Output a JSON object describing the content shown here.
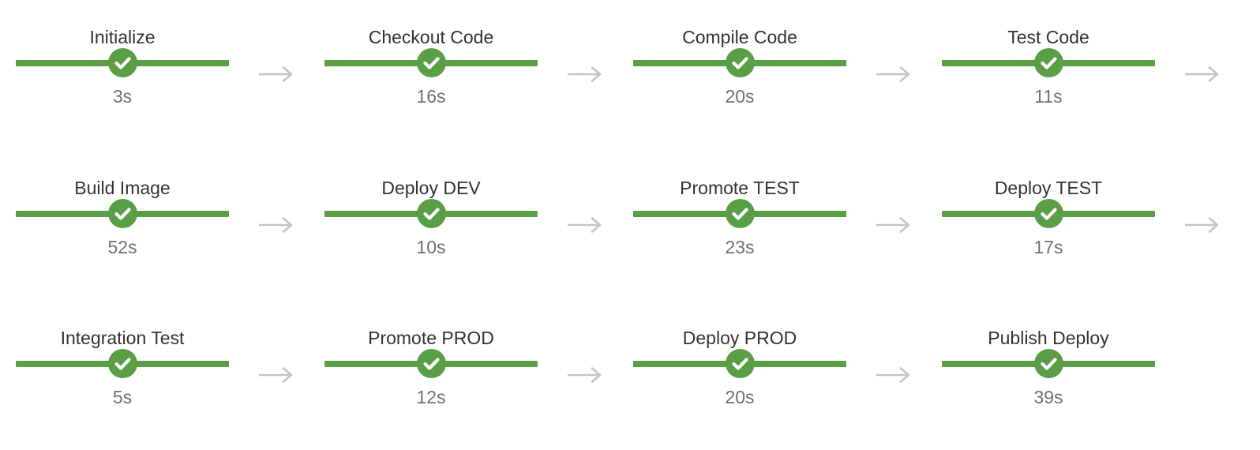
{
  "colors": {
    "success": "#5a9e46",
    "check": "#ffffff",
    "connector": "#c4c4c4",
    "stage_name": "#333333",
    "duration": "#707070"
  },
  "icons": {
    "status": "check-icon",
    "connector": "arrow-right-icon"
  },
  "rows": [
    {
      "stages": [
        {
          "name": "Initialize",
          "duration": "3s",
          "status": "success"
        },
        {
          "name": "Checkout Code",
          "duration": "16s",
          "status": "success"
        },
        {
          "name": "Compile Code",
          "duration": "20s",
          "status": "success"
        },
        {
          "name": "Test Code",
          "duration": "11s",
          "status": "success"
        }
      ],
      "trailing_connector": true
    },
    {
      "stages": [
        {
          "name": "Build Image",
          "duration": "52s",
          "status": "success"
        },
        {
          "name": "Deploy DEV",
          "duration": "10s",
          "status": "success"
        },
        {
          "name": "Promote TEST",
          "duration": "23s",
          "status": "success"
        },
        {
          "name": "Deploy TEST",
          "duration": "17s",
          "status": "success"
        }
      ],
      "trailing_connector": true
    },
    {
      "stages": [
        {
          "name": "Integration Test",
          "duration": "5s",
          "status": "success"
        },
        {
          "name": "Promote PROD",
          "duration": "12s",
          "status": "success"
        },
        {
          "name": "Deploy PROD",
          "duration": "20s",
          "status": "success"
        },
        {
          "name": "Publish Deploy",
          "duration": "39s",
          "status": "success"
        }
      ],
      "trailing_connector": false
    }
  ]
}
